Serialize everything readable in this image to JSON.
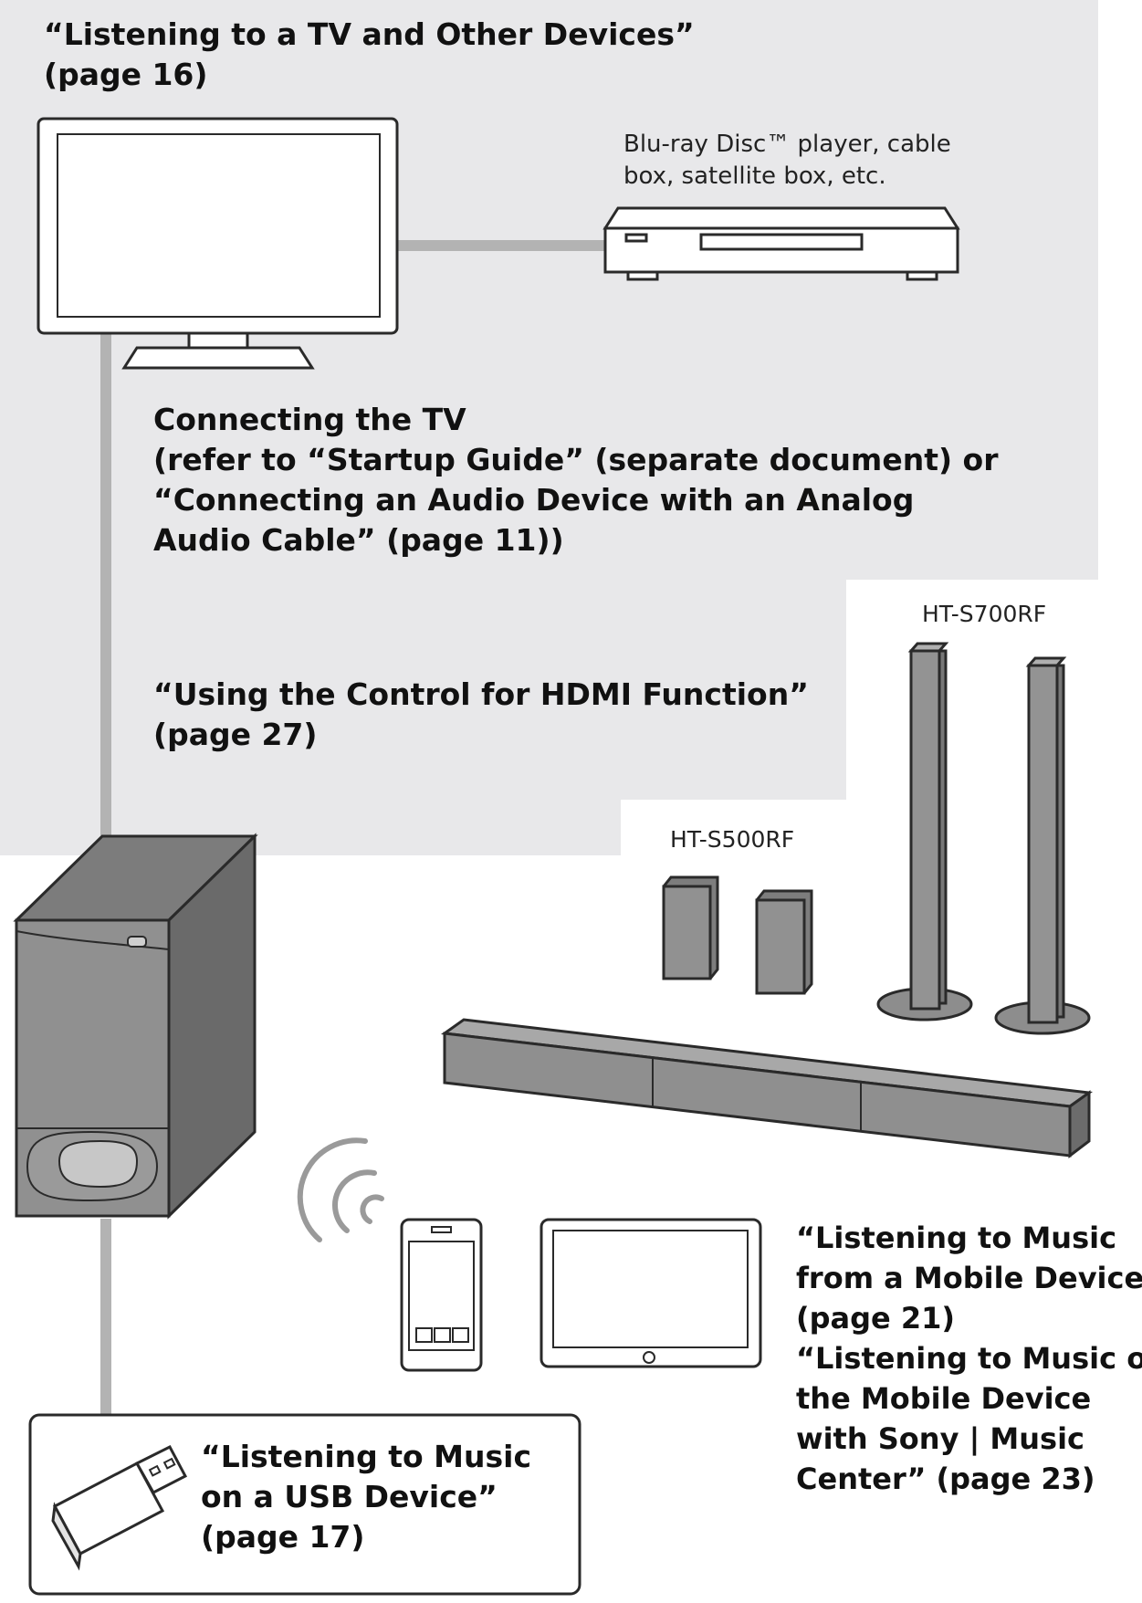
{
  "callouts": {
    "tv_listening": {
      "lines": [
        "“Listening to a TV and Other Devices”",
        "(page 16)"
      ]
    },
    "connecting_tv": {
      "lines": [
        "Connecting the TV",
        "(refer to “Startup Guide” (separate document) or",
        "“Connecting an Audio Device with an Analog",
        "Audio Cable” (page 11))"
      ]
    },
    "hdmi_control": {
      "lines": [
        "“Using the Control for HDMI Function”",
        "(page 27)"
      ]
    },
    "mobile_music": {
      "lines": [
        "“Listening to Music",
        "from a Mobile Device”",
        "(page 21)",
        "“Listening to Music on",
        "the Mobile Device",
        "with Sony | Music",
        "Center” (page 23)"
      ]
    },
    "usb_music": {
      "lines": [
        "“Listening to Music",
        "on a USB Device”",
        "(page 17)"
      ]
    }
  },
  "devices": {
    "player_caption": [
      "Blu-ray Disc™ player, cable",
      "box, satellite box, etc."
    ],
    "model_tall_speakers": "HT-S700RF",
    "model_compact_speakers": "HT-S500RF"
  },
  "icons": [
    "tv-icon",
    "blu-ray-player-icon",
    "subwoofer-icon",
    "tall-speaker-icon",
    "compact-speaker-icon",
    "soundbar-icon",
    "wireless-signal-icon",
    "smartphone-icon",
    "tablet-icon",
    "usb-drive-icon"
  ],
  "colors": {
    "panel_gray": "#e8e8ea",
    "device_gray": "#8f8f8f",
    "cable_gray": "#b3b3b3",
    "outline": "#2a2a2a",
    "text": "#111111"
  }
}
